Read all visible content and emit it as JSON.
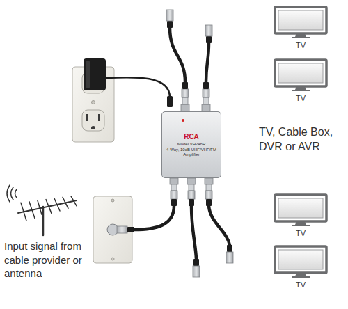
{
  "diagram": {
    "nodes": [
      {
        "text": [
          "TV"
        ]
      },
      {
        "text": [
          "TV"
        ]
      },
      {
        "text": [
          "RCA",
          "Model VH246R",
          "4-Way, 10dB UHF/VHF/FM Amplifier"
        ]
      },
      {
        "text": [
          "TV"
        ]
      },
      {
        "text": [
          "TV"
        ]
      }
    ],
    "labels": [
      "Input signal from cable provider or antenna",
      "TV, Cable Box, DVR or AVR"
    ]
  }
}
